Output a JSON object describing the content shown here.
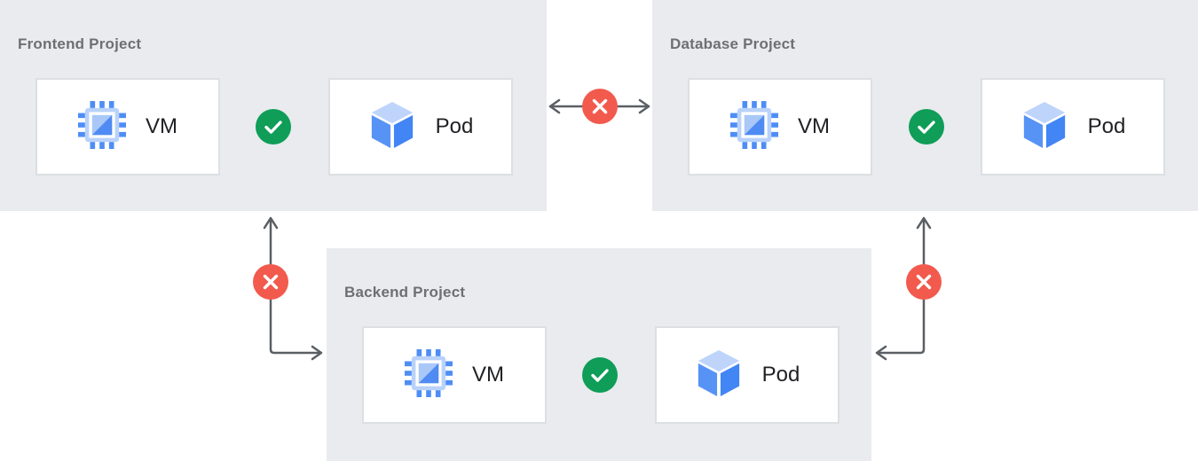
{
  "projects": {
    "frontend": {
      "title": "Frontend Project",
      "vm": {
        "label": "VM",
        "icon": "compute-vm-icon"
      },
      "pod": {
        "label": "Pod",
        "icon": "pod-cube-icon"
      },
      "internal_connection": {
        "status": "allowed",
        "icon": "check-icon"
      }
    },
    "database": {
      "title": "Database Project",
      "vm": {
        "label": "VM",
        "icon": "compute-vm-icon"
      },
      "pod": {
        "label": "Pod",
        "icon": "pod-cube-icon"
      },
      "internal_connection": {
        "status": "allowed",
        "icon": "check-icon"
      }
    },
    "backend": {
      "title": "Backend Project",
      "vm": {
        "label": "VM",
        "icon": "compute-vm-icon"
      },
      "pod": {
        "label": "Pod",
        "icon": "pod-cube-icon"
      },
      "internal_connection": {
        "status": "allowed",
        "icon": "check-icon"
      }
    }
  },
  "cross_project_connections": [
    {
      "from": "Frontend Project",
      "to": "Database Project",
      "status": "blocked",
      "icon": "x-icon"
    },
    {
      "from": "Frontend Project",
      "to": "Backend Project",
      "status": "blocked",
      "icon": "x-icon"
    },
    {
      "from": "Database Project",
      "to": "Backend Project",
      "status": "blocked",
      "icon": "x-icon"
    }
  ],
  "colors": {
    "panel_background": "#e9ebee",
    "allowed_badge": "#0f9d58",
    "blocked_badge": "#f25a4d",
    "arrow": "#5a5f64",
    "node_border": "#dcdfe3",
    "panel_title_text": "#6c7074",
    "node_label_text": "#202124",
    "icon_blue": "#4e8df5",
    "icon_light_blue": "#b9d2fa"
  }
}
